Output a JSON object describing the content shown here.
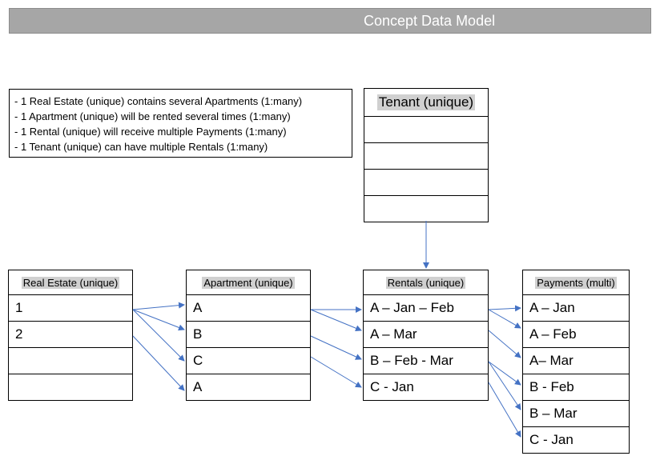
{
  "title": "Concept Data Model",
  "notes": [
    "- 1 Real Estate (unique)  contains several Apartments (1:many)",
    "- 1 Apartment (unique) will be rented several times (1:many)",
    "- 1 Rental (unique) will receive multiple Payments (1:many)",
    "- 1 Tenant (unique) can have multiple Rentals (1:many)"
  ],
  "tenant": {
    "header": "Tenant (unique)",
    "rows": [
      "",
      "",
      "",
      ""
    ]
  },
  "real_estate": {
    "header": "Real Estate (unique)",
    "rows": [
      "1",
      "2",
      "",
      ""
    ]
  },
  "apartment": {
    "header": "Apartment (unique)",
    "rows": [
      "A",
      "B",
      "C",
      "A"
    ]
  },
  "rentals": {
    "header": "Rentals (unique)",
    "rows": [
      "A – Jan – Feb",
      "A – Mar",
      "B – Feb - Mar",
      "C - Jan"
    ]
  },
  "payments": {
    "header": "Payments (multi)",
    "rows": [
      "A – Jan",
      "A – Feb",
      "A– Mar",
      "B - Feb",
      "B – Mar",
      "C - Jan"
    ]
  },
  "colors": {
    "arrow": "#4472c4",
    "title_bar": "#a6a6a6",
    "header_highlight": "#d0d0d0"
  }
}
